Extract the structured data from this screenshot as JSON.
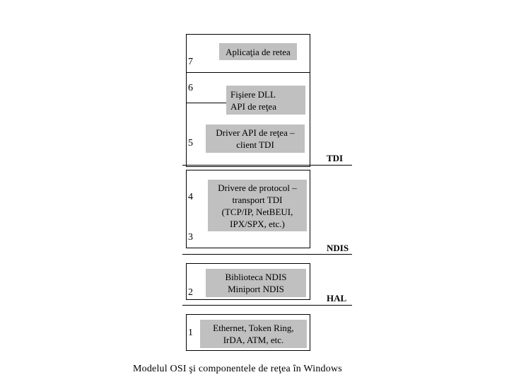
{
  "layers": {
    "n7": "7",
    "n6": "6",
    "n5": "5",
    "n4": "4",
    "n3": "3",
    "n2": "2",
    "n1": "1"
  },
  "components": {
    "app": [
      "Aplicaţia de retea"
    ],
    "dll": [
      "Fişiere DLL",
      "API de reţea"
    ],
    "api_driver": [
      "Driver API de reţea –",
      "client TDI"
    ],
    "protocol": [
      "Drivere de protocol –",
      "transport TDI",
      "(TCP/IP, NetBEUI,",
      "IPX/SPX, etc.)"
    ],
    "ndis_lib": [
      "Biblioteca NDIS",
      "Miniport NDIS"
    ],
    "hardware": [
      "Ethernet, Token Ring,",
      "IrDA, ATM, etc."
    ]
  },
  "interfaces": {
    "tdi": "TDI",
    "ndis": "NDIS",
    "hal": "HAL"
  },
  "caption": "Modelul OSI şi componentele de reţea în Windows"
}
